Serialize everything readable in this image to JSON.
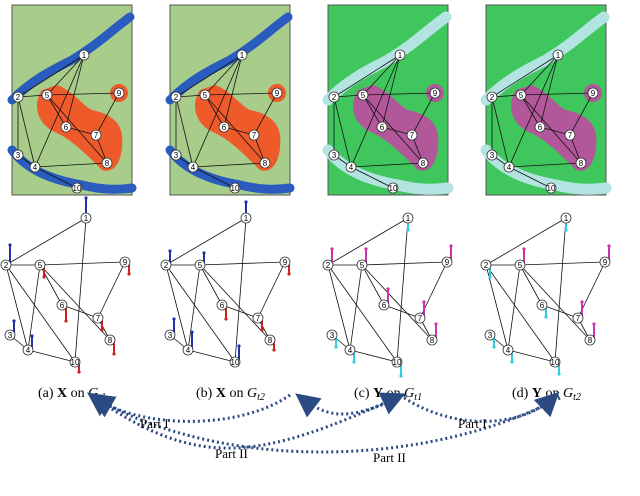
{
  "panels": [
    {
      "id": "a",
      "prefix": "(a) ",
      "var": "X",
      "on": " on ",
      "G": "G",
      "sub": "t1"
    },
    {
      "id": "b",
      "prefix": "(b) ",
      "var": "X",
      "on": " on ",
      "G": "G",
      "sub": "t2"
    },
    {
      "id": "c",
      "prefix": "(c) ",
      "var": "Y",
      "on": " on ",
      "G": "G",
      "sub": "t1"
    },
    {
      "id": "d",
      "prefix": "(d) ",
      "var": "Y",
      "on": " on ",
      "G": "G",
      "sub": "t2"
    }
  ],
  "node_labels": [
    "1",
    "2",
    "3",
    "4",
    "5",
    "6",
    "7",
    "8",
    "9",
    "10"
  ],
  "arrows": [
    {
      "label": "Part I"
    },
    {
      "label": "Part I"
    },
    {
      "label": "Part II"
    },
    {
      "label": "Part II"
    }
  ],
  "colors": {
    "map_bg_x": "#a8cd8a",
    "map_bg_y": "#3fc75e",
    "river_x": "#2a5cc0",
    "river_y": "#b4e4e2",
    "region_x": "#ee5a2a",
    "region_y": "#b1579a",
    "signal_blue": "#2233aa",
    "signal_red": "#cc2222",
    "signal_cyan": "#33ccdd",
    "signal_magenta": "#cc33aa",
    "arrow": "#2c4a82"
  }
}
